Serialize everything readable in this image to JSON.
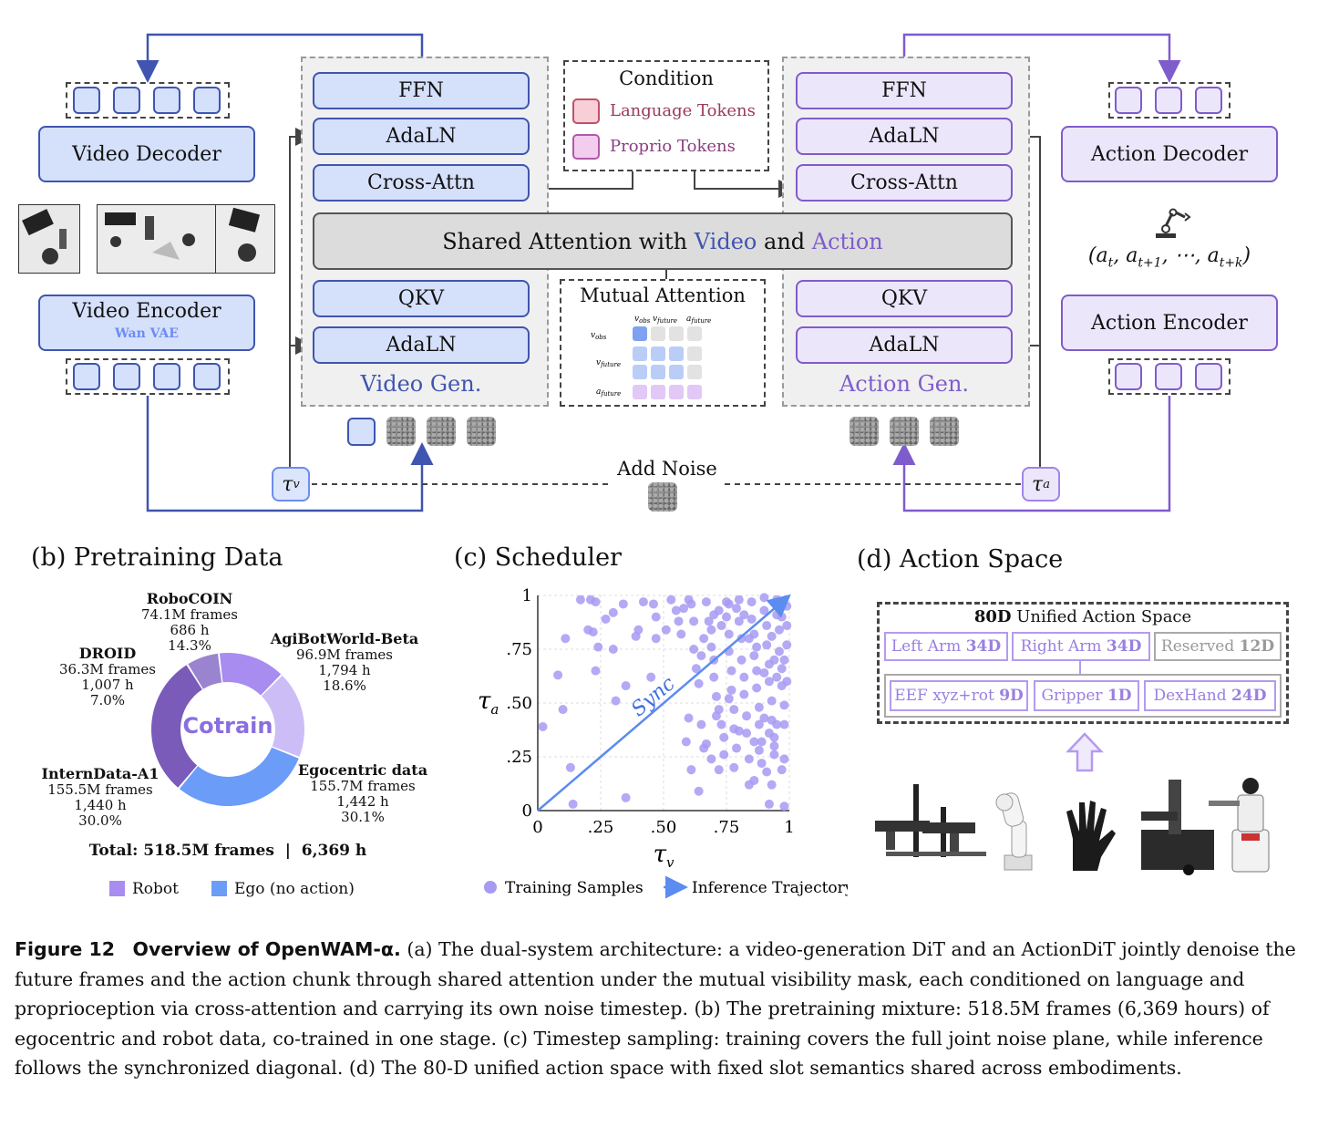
{
  "diagram": {
    "video_decoder": "Video Decoder",
    "video_encoder": "Video Encoder",
    "wan_vae": "Wan VAE",
    "action_decoder": "Action Decoder",
    "action_encoder": "Action Encoder",
    "action_seq": "(a<sub>t</sub>, a<sub>t+1</sub>, ⋯, a<sub>t+k</sub>)",
    "video_gen": {
      "ffn": "FFN",
      "adaln_top": "AdaLN",
      "cross_attn": "Cross-Attn",
      "qkv": "QKV",
      "adaln_bottom": "AdaLN",
      "label": "Video Gen."
    },
    "action_gen": {
      "ffn": "FFN",
      "adaln_top": "AdaLN",
      "cross_attn": "Cross-Attn",
      "qkv": "QKV",
      "adaln_bottom": "AdaLN",
      "label": "Action Gen."
    },
    "condition": {
      "title": "Condition",
      "language_tokens": "Language Tokens",
      "proprio_tokens": "Proprio Tokens"
    },
    "shared_attention": {
      "prefix": "Shared Attention with ",
      "video": "Video",
      "and": " and ",
      "action": "Action"
    },
    "mutual_attention": {
      "title": "Mutual Attention",
      "labels": [
        "v_obs",
        "v_future",
        "a_future"
      ]
    },
    "add_noise": "Add Noise",
    "tau_v": "τ_v",
    "tau_a": "τ_a",
    "colors": {
      "video": "#3f55b0",
      "action": "#7f5ccc",
      "video_fill": "#d5e0fb",
      "action_fill": "#ece6fb"
    }
  },
  "sections": {
    "b": "(b) Pretraining Data",
    "c": "(c) Scheduler",
    "d": "(d) Action Space"
  },
  "pretraining": {
    "center": "Cotrain",
    "total": "Total: 518.5M frames  |  6,369 h",
    "legend_robot": "Robot",
    "legend_ego": "Ego (no action)",
    "items": [
      {
        "name": "RoboCOIN",
        "frames": "74.1M frames",
        "hours": "686 h",
        "pct": "14.3%",
        "value": 14.3,
        "color": "#a88cf0"
      },
      {
        "name": "AgiBotWorld-Beta",
        "frames": "96.9M frames",
        "hours": "1,794 h",
        "pct": "18.6%",
        "value": 18.6,
        "color": "#cdbdf7"
      },
      {
        "name": "Egocentric data",
        "frames": "155.7M frames",
        "hours": "1,442 h",
        "pct": "30.1%",
        "value": 30.1,
        "color": "#6b9cf7"
      },
      {
        "name": "InternData-A1",
        "frames": "155.5M frames",
        "hours": "1,440 h",
        "pct": "30.0%",
        "value": 30.0,
        "color": "#7a5bb9"
      },
      {
        "name": "DROID",
        "frames": "36.3M frames",
        "hours": "1,007 h",
        "pct": "7.0%",
        "value": 7.0,
        "color": "#9a84d0"
      }
    ]
  },
  "chart_data": {
    "type": "scatter",
    "xlabel": "τ_v",
    "ylabel": "τ_a",
    "xlim": [
      0,
      1
    ],
    "ylim": [
      0,
      1
    ],
    "x_ticks": [
      "0",
      ".25",
      ".50",
      ".75",
      "1"
    ],
    "y_ticks": [
      "0",
      ".25",
      ".50",
      ".75",
      "1"
    ],
    "annotation": "Sync",
    "legend": [
      "Training Samples",
      "Inference Trajectory"
    ],
    "series": [
      {
        "name": "Training Samples",
        "points": [
          [
            0.02,
            0.39
          ],
          [
            0.14,
            0.03
          ],
          [
            0.13,
            0.2
          ],
          [
            0.1,
            0.47
          ],
          [
            0.08,
            0.63
          ],
          [
            0.11,
            0.8
          ],
          [
            0.17,
            0.98
          ],
          [
            0.21,
            0.98
          ],
          [
            0.23,
            0.97
          ],
          [
            0.2,
            0.84
          ],
          [
            0.22,
            0.83
          ],
          [
            0.24,
            0.76
          ],
          [
            0.23,
            0.65
          ],
          [
            0.27,
            0.89
          ],
          [
            0.3,
            0.92
          ],
          [
            0.3,
            0.75
          ],
          [
            0.34,
            0.96
          ],
          [
            0.35,
            0.58
          ],
          [
            0.31,
            0.51
          ],
          [
            0.35,
            0.06
          ],
          [
            0.39,
            0.81
          ],
          [
            0.4,
            0.84
          ],
          [
            0.42,
            0.97
          ],
          [
            0.46,
            0.96
          ],
          [
            0.47,
            0.9
          ],
          [
            0.47,
            0.8
          ],
          [
            0.45,
            0.62
          ],
          [
            0.51,
            0.84
          ],
          [
            0.53,
            0.98
          ],
          [
            0.55,
            0.93
          ],
          [
            0.56,
            0.88
          ],
          [
            0.57,
            0.82
          ],
          [
            0.58,
            0.94
          ],
          [
            0.6,
            0.98
          ],
          [
            0.61,
            0.96
          ],
          [
            0.62,
            0.88
          ],
          [
            0.62,
            0.75
          ],
          [
            0.63,
            0.66
          ],
          [
            0.64,
            0.59
          ],
          [
            0.65,
            0.72
          ],
          [
            0.66,
            0.8
          ],
          [
            0.67,
            0.97
          ],
          [
            0.68,
            0.88
          ],
          [
            0.69,
            0.84
          ],
          [
            0.69,
            0.76
          ],
          [
            0.7,
            0.7
          ],
          [
            0.7,
            0.62
          ],
          [
            0.71,
            0.53
          ],
          [
            0.72,
            0.47
          ],
          [
            0.73,
            0.4
          ],
          [
            0.74,
            0.34
          ],
          [
            0.74,
            0.26
          ],
          [
            0.75,
            0.97
          ],
          [
            0.75,
            0.9
          ],
          [
            0.76,
            0.82
          ],
          [
            0.76,
            0.74
          ],
          [
            0.77,
            0.65
          ],
          [
            0.77,
            0.56
          ],
          [
            0.78,
            0.47
          ],
          [
            0.78,
            0.38
          ],
          [
            0.79,
            0.29
          ],
          [
            0.8,
            0.98
          ],
          [
            0.8,
            0.88
          ],
          [
            0.81,
            0.8
          ],
          [
            0.81,
            0.7
          ],
          [
            0.82,
            0.62
          ],
          [
            0.82,
            0.54
          ],
          [
            0.83,
            0.44
          ],
          [
            0.83,
            0.36
          ],
          [
            0.84,
            0.24
          ],
          [
            0.85,
            0.97
          ],
          [
            0.85,
            0.89
          ],
          [
            0.86,
            0.82
          ],
          [
            0.86,
            0.72
          ],
          [
            0.87,
            0.65
          ],
          [
            0.87,
            0.57
          ],
          [
            0.88,
            0.48
          ],
          [
            0.88,
            0.4
          ],
          [
            0.89,
            0.32
          ],
          [
            0.89,
            0.22
          ],
          [
            0.9,
            0.99
          ],
          [
            0.9,
            0.93
          ],
          [
            0.91,
            0.86
          ],
          [
            0.91,
            0.77
          ],
          [
            0.92,
            0.68
          ],
          [
            0.92,
            0.6
          ],
          [
            0.93,
            0.51
          ],
          [
            0.93,
            0.42
          ],
          [
            0.94,
            0.34
          ],
          [
            0.94,
            0.26
          ],
          [
            0.95,
            0.98
          ],
          [
            0.95,
            0.91
          ],
          [
            0.96,
            0.84
          ],
          [
            0.96,
            0.74
          ],
          [
            0.97,
            0.66
          ],
          [
            0.97,
            0.58
          ],
          [
            0.98,
            0.49
          ],
          [
            0.98,
            0.4
          ],
          [
            0.99,
            0.95
          ],
          [
            0.99,
            0.86
          ],
          [
            0.99,
            0.77
          ],
          [
            0.99,
            0.6
          ],
          [
            0.98,
            0.24
          ],
          [
            0.93,
            0.12
          ],
          [
            0.86,
            0.14
          ],
          [
            0.84,
            0.12
          ],
          [
            0.64,
            0.09
          ],
          [
            0.78,
            0.2
          ],
          [
            0.8,
            0.37
          ],
          [
            0.76,
            0.52
          ],
          [
            0.71,
            0.44
          ],
          [
            0.67,
            0.31
          ],
          [
            0.6,
            0.43
          ],
          [
            0.59,
            0.32
          ],
          [
            0.61,
            0.19
          ],
          [
            0.65,
            0.4
          ],
          [
            0.66,
            0.29
          ],
          [
            0.69,
            0.24
          ],
          [
            0.72,
            0.19
          ],
          [
            0.86,
            0.32
          ],
          [
            0.91,
            0.18
          ],
          [
            0.94,
            0.3
          ],
          [
            0.97,
            0.19
          ],
          [
            0.95,
            0.4
          ],
          [
            0.92,
            0.36
          ],
          [
            0.9,
            0.43
          ],
          [
            0.88,
            0.28
          ],
          [
            0.92,
            0.03
          ],
          [
            0.98,
            0.02
          ],
          [
            0.97,
            0.9
          ],
          [
            0.93,
            0.81
          ],
          [
            0.94,
            0.7
          ],
          [
            0.87,
            0.76
          ],
          [
            0.84,
            0.8
          ],
          [
            0.82,
            0.91
          ],
          [
            0.79,
            0.94
          ],
          [
            0.76,
            0.96
          ],
          [
            0.72,
            0.93
          ],
          [
            0.73,
            0.86
          ],
          [
            0.7,
            0.91
          ],
          [
            0.95,
            0.62
          ],
          [
            0.98,
            0.7
          ],
          [
            0.9,
            0.64
          ]
        ]
      },
      {
        "name": "Inference Trajectory",
        "points": [
          [
            0,
            0
          ],
          [
            1,
            1
          ]
        ]
      }
    ]
  },
  "action_space": {
    "title_bold": "80D",
    "title_rest": " Unified Action Space",
    "row1": [
      {
        "label": "Left Arm ",
        "dim": "34D",
        "grey": false
      },
      {
        "label": "Right Arm ",
        "dim": "34D",
        "grey": false
      },
      {
        "label": "Reserved ",
        "dim": "12D",
        "grey": true
      }
    ],
    "row2": [
      {
        "label": "EEF xyz+rot ",
        "dim": "9D"
      },
      {
        "label": "Gripper ",
        "dim": "1D"
      },
      {
        "label": "DexHand ",
        "dim": "24D"
      }
    ]
  },
  "caption": {
    "figure": "Figure 12",
    "title": "Overview of OpenWAM-α.",
    "body": "(a) The dual-system architecture: a video-generation DiT and an ActionDiT jointly denoise the future frames and the action chunk through shared attention under the mutual visibility mask, each conditioned on language and proprioception via cross-attention and carrying its own noise timestep. (b) The pretraining mixture: 518.5M frames (6,369 hours) of egocentric and robot data, co-trained in one stage. (c) Timestep sampling: training covers the full joint noise plane, while inference follows the synchronized diagonal. (d) The 80-D unified action space with fixed slot semantics shared across embodiments."
  }
}
